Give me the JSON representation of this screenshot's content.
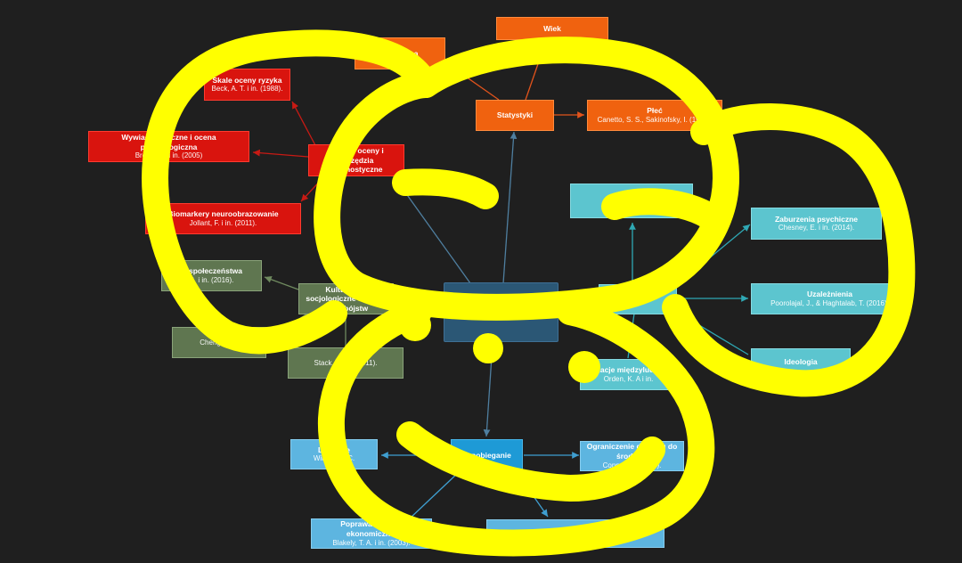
{
  "colors": {
    "background": "#1f1f1f",
    "orange": "#f0620f",
    "red": "#d9140e",
    "olive": "#5f7650",
    "cyan": "#5cc5cf",
    "blue": "#5db5e0",
    "center": "#2b5775",
    "highlight": "#ffff00"
  },
  "nodes": {
    "wiek": {
      "title": "Wiek",
      "sub": ""
    },
    "spoleczna": {
      "title": "społeczna",
      "sub": ""
    },
    "statystyki": {
      "title": "Statystyki",
      "sub": ""
    },
    "plec": {
      "title": "Płeć",
      "sub": "Canetto, S. S., Sakinofsky, I. (1998)."
    },
    "skale": {
      "title": "Skale oceny ryzyka",
      "sub": "Beck, A. T. i in. (1988)."
    },
    "metody": {
      "title": "Metody oceny i narzędzia diagnostyczne",
      "sub": ""
    },
    "wywiady": {
      "title": "Wywiady kliniczne i ocena psychologiczna",
      "sub": "Brown, G. i in. (2005)"
    },
    "biomarkery": {
      "title": "Biomarkery neuroobrazowanie",
      "sub": "Jollant, F. i in. (2011)."
    },
    "spoleczenstwa": {
      "title": "w społeczeństwa",
      "sub": "S. i in. (2016)."
    },
    "kulturowe": {
      "title": "Kulturowe i socjologiczne aspekty samobójstw",
      "sub": ""
    },
    "cheng": {
      "title": "",
      "sub": "Cheng, A. T."
    },
    "stack": {
      "title": "",
      "sub": "Stack, S., K. (2011)."
    },
    "zaburzenia": {
      "title": "Zaburzenia psychiczne",
      "sub": "Chesney, E. i in. (2014)."
    },
    "uzaleznienia": {
      "title": "Uzależnienia",
      "sub": "Poorolajal, J., & Haghtalab, T. (2016)."
    },
    "ideologia": {
      "title": "Ideologia",
      "sub": ""
    },
    "relacje": {
      "title": "Relacje międzyludzkie",
      "sub": "Orden, K. A i in."
    },
    "leczenie1": {
      "title": "Leczenie",
      "sub": "Wilcox, H. C."
    },
    "zapobieganie": {
      "title": "Zapobieganie",
      "sub": ""
    },
    "ograniczenie": {
      "title": "Ograniczenie dostępu do środków",
      "sub": "Connor, R. (2013)."
    },
    "poprawa": {
      "title": "Poprawa sytuacji ekonomicznej",
      "sub": "Blakely, T. A. i in. (2003)."
    },
    "leczenie2": {
      "title": "Leczenie zaburzeń psychicznych",
      "sub": ""
    }
  }
}
